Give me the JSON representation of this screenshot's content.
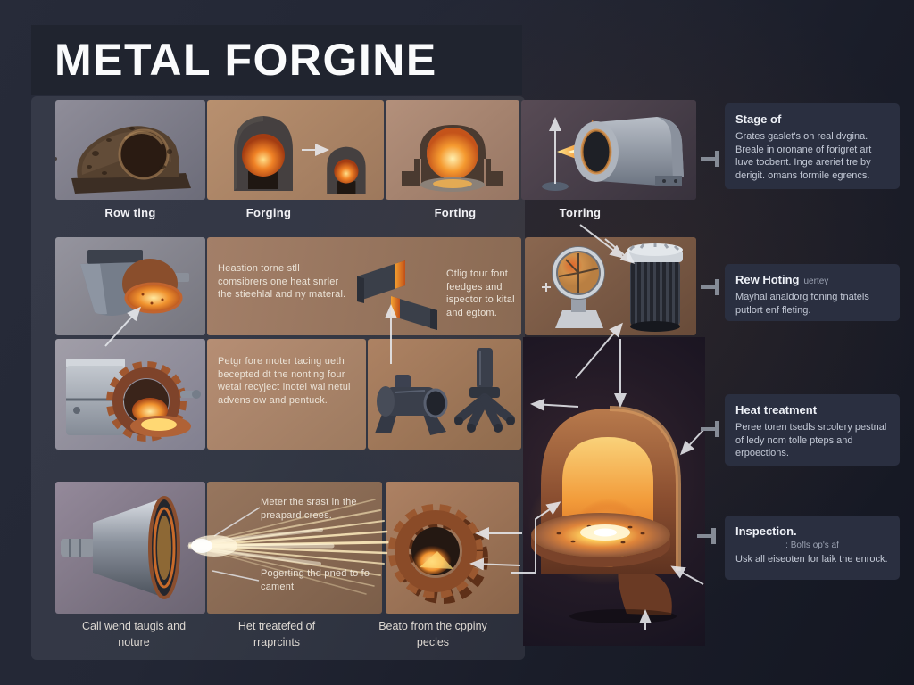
{
  "title": "METAL FORGINE",
  "stage_labels": [
    "Row ting",
    "Forging",
    "Forting",
    "Torring"
  ],
  "notes": {
    "heating": "Heastion torne stll comsibrers one heat snrler the stieehlal and ny materal.",
    "forging": "Otlig tour font feedges and ispector to kital and egtom.",
    "recycle": "Petgr fore moter tacing ueth becepted dt the nonting four wetal recyject inotel wal netul advens ow and pentuck.",
    "spark_upper": "Meter the srast in the preapard crees.",
    "spark_lower": "Pogerting thd pned to fo cament"
  },
  "bottom_labels": [
    "Call wend taugis and noture",
    "Het treatefed of rraprcints",
    "Beato from the cppiny pecles"
  ],
  "side_panels": [
    {
      "title": "Stage of",
      "subtitle": "",
      "body": "Grates gaslet's on real dvgina. Breale in oronane of forigret art luve tocbent. Inge arerief tre by derigit. omans formile egrencs."
    },
    {
      "title": "Rew Hoting",
      "subtitle": "uertey",
      "body": "Mayhal analdorg foning tnatels putlort enf fleting."
    },
    {
      "title": "Heat treatment",
      "subtitle": "",
      "body": "Peree toren tsedls srcolery pestnal of ledy nom tolle pteps and erpoections."
    },
    {
      "title": "Inspection.",
      "subtitle": ": Bofls op's af",
      "body": "Usk all eiseoten for laik the enrock."
    }
  ],
  "colors": {
    "background": "#1e2230",
    "side_panel": "#2a2f40",
    "glow_orange": "#f0922e",
    "glow_yellow": "#ffe9a8",
    "copper": "#9a5c38",
    "arrow": "#e9eaee"
  },
  "illustrations": [
    "raw-casting",
    "arch-furnace",
    "glowing-pillow-block",
    "bearing-housing-flame",
    "pouring-ladle",
    "duct-parts",
    "cracked-gauge",
    "ribbed-cylinder",
    "furnace-box-gear",
    "cast-parts",
    "spark-nozzle",
    "gear-ring",
    "large-furnace"
  ]
}
